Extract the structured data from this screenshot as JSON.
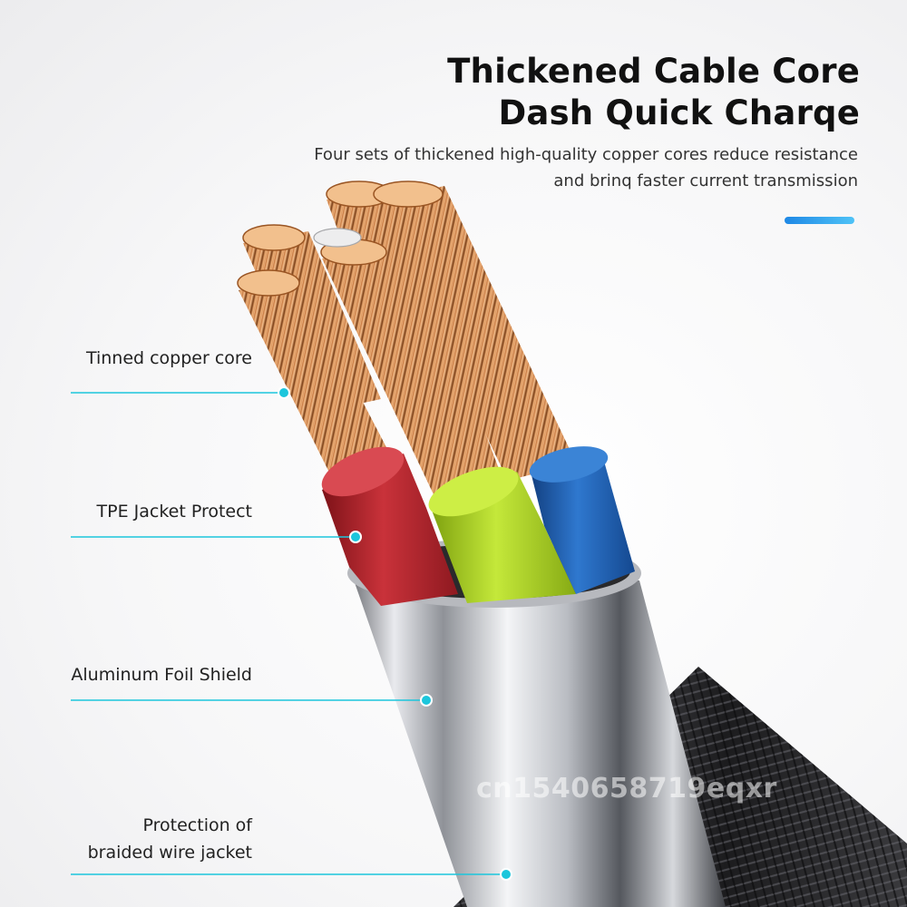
{
  "headline": {
    "line1": "Thickened Cable Core",
    "line2": "Dash Quick Charqe",
    "description_line1": "Four sets of thickened high-quality copper cores reduce resistance",
    "description_line2": "and brinq faster current transmission"
  },
  "labels": {
    "tinned_core": "Tinned copper core",
    "tpe_jacket": "TPE Jacket Protect",
    "foil_shield": "Aluminum Foil Shield",
    "braided_line1": "Protection of",
    "braided_line2": "braided wire jacket"
  },
  "watermark": "cn1540658719eqxr",
  "colors": {
    "accent": "#1e88e5",
    "callout": "#1cc6dc",
    "red_jacket": "#b8242c",
    "green_jacket": "#a6d11f",
    "blue_jacket": "#1f5fb0",
    "copper": "#d98a4a"
  }
}
